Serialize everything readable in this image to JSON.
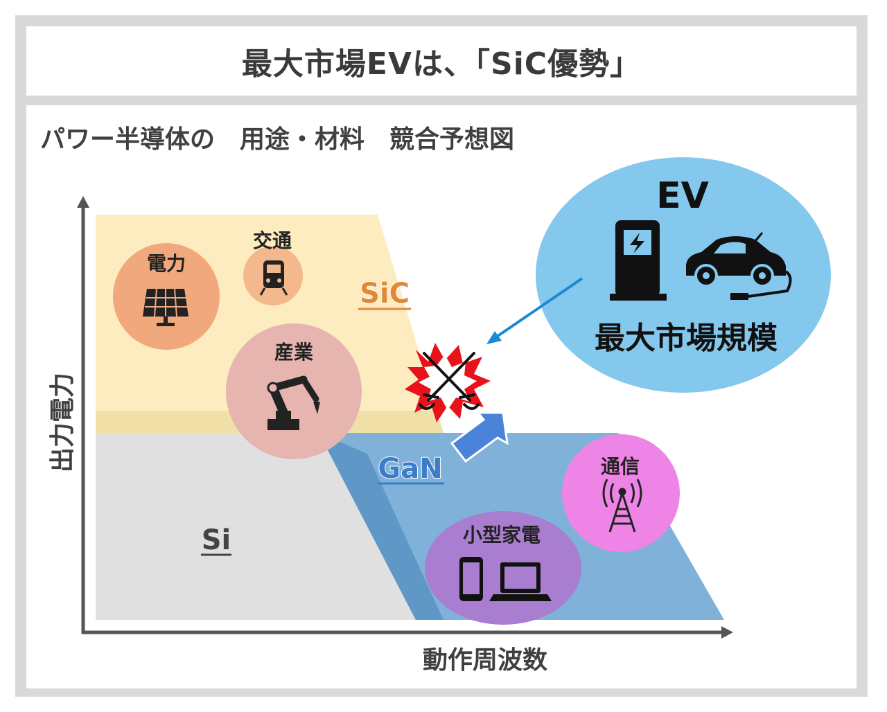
{
  "title": "最大市場EVは、「SiC優勢」",
  "subtitle": "パワー半導体の　用途・材料　競合予想図",
  "axes": {
    "y_label": "出力電力",
    "x_label": "動作周波数"
  },
  "materials": {
    "sic": "SiC",
    "gan": "GaN",
    "si": "Si"
  },
  "applications": {
    "power": "電力",
    "transport": "交通",
    "industry": "産業",
    "telecom": "通信",
    "appliances": "小型家電"
  },
  "ev_bubble": {
    "heading": "EV",
    "caption": "最大市場規模"
  },
  "colors": {
    "sic_region": "#fdecc0",
    "si_region": "#e0e0e0",
    "gan_region": "#7aaed6",
    "ev_bubble": "#85c8ee",
    "sic_text": "#e0883a",
    "gan_text": "#3d7cc9"
  },
  "icons": [
    "solar-panel-icon",
    "train-icon",
    "robot-arm-icon",
    "antenna-icon",
    "smartphone-icon",
    "laptop-icon",
    "charger-icon",
    "car-icon",
    "crossed-swords-icon",
    "arrow-icon"
  ]
}
